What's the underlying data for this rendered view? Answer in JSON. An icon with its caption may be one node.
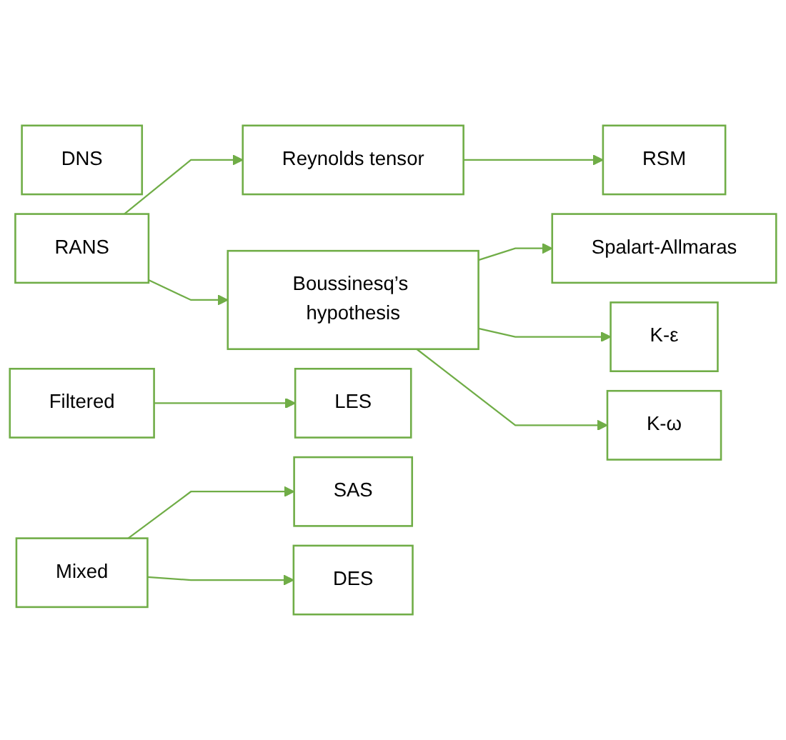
{
  "diagram": {
    "nodes": [
      {
        "text": [
          "DNS"
        ]
      },
      {
        "text": [
          "RANS"
        ]
      },
      {
        "text": [
          "Reynolds tensor"
        ]
      },
      {
        "text": [
          "RSM"
        ]
      },
      {
        "text": [
          "Boussinesq’s hypothesis"
        ]
      },
      {
        "text": [
          "Spalart-Allmaras"
        ]
      },
      {
        "text": [
          "K-ε"
        ]
      },
      {
        "text": [
          "K-ω"
        ]
      },
      {
        "text": [
          "Filtered"
        ]
      },
      {
        "text": [
          "LES"
        ]
      },
      {
        "text": [
          "Mixed"
        ]
      },
      {
        "text": [
          "SAS"
        ]
      },
      {
        "text": [
          "DES"
        ]
      }
    ],
    "edges": [
      {
        "from": 1,
        "to": 2,
        "arrow": "to"
      },
      {
        "from": 2,
        "to": 3,
        "arrow": "to"
      },
      {
        "from": 1,
        "to": 4,
        "arrow": "to"
      },
      {
        "from": 4,
        "to": 5,
        "arrow": "to"
      },
      {
        "from": 4,
        "to": 6,
        "arrow": "to"
      },
      {
        "from": 4,
        "to": 7,
        "arrow": "to"
      },
      {
        "from": 8,
        "to": 9,
        "arrow": "to"
      },
      {
        "from": 10,
        "to": 11,
        "arrow": "to"
      },
      {
        "from": 10,
        "to": 12,
        "arrow": "to"
      }
    ]
  }
}
